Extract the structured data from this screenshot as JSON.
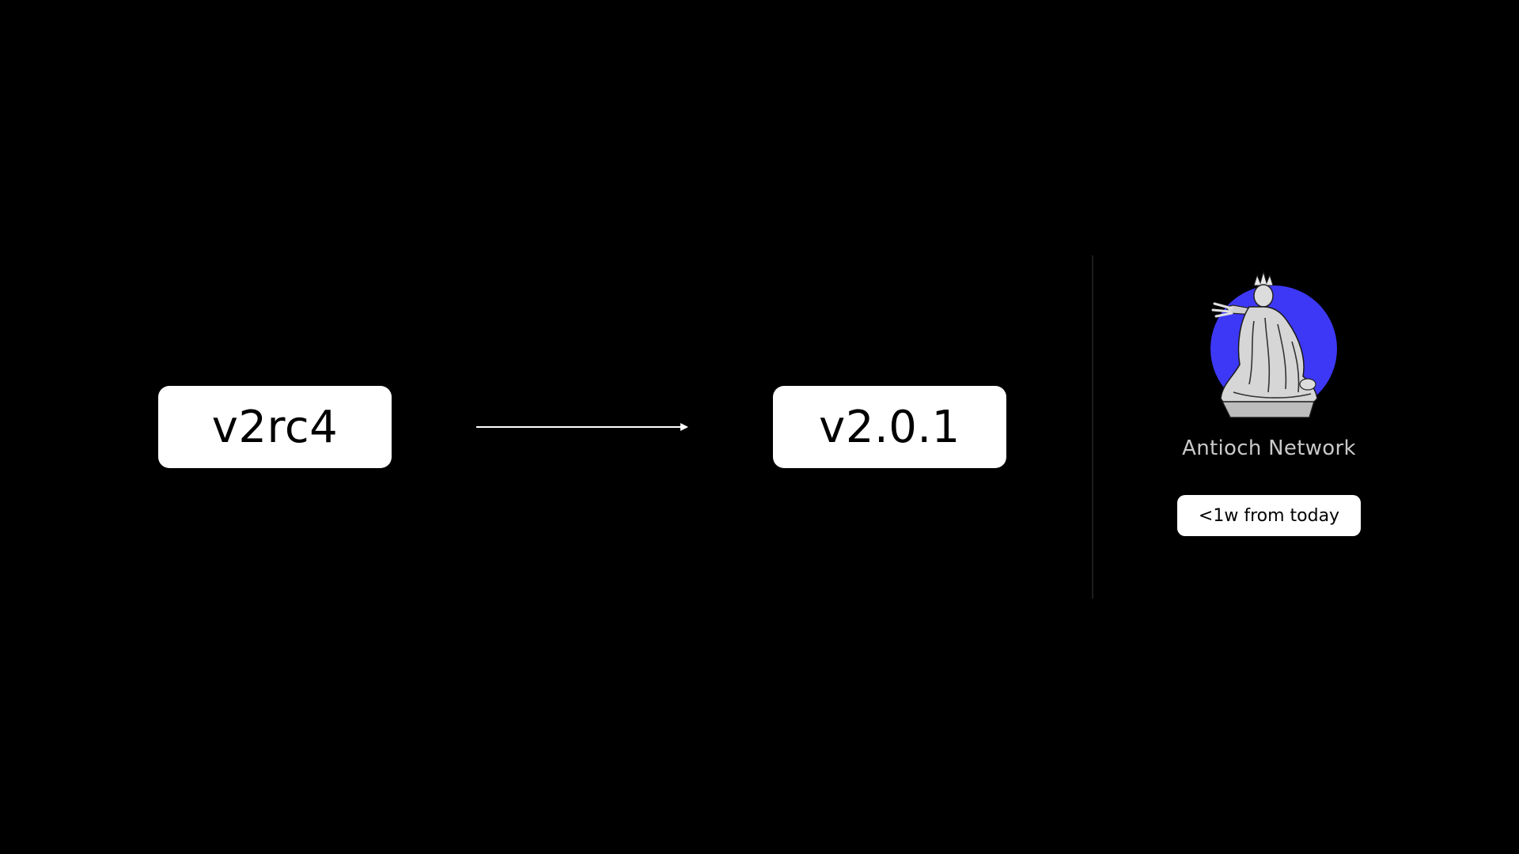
{
  "upgrade": {
    "from_version": "v2rc4",
    "to_version": "v2.0.1"
  },
  "network": {
    "name": "Antioch Network",
    "logo_icon": "antioch-statue-logo-icon",
    "logo_accent_color": "#3d38f5",
    "eta": "<1w from today"
  },
  "colors": {
    "background": "#000000",
    "box": "#ffffff",
    "text_muted": "#c9c9c9"
  }
}
